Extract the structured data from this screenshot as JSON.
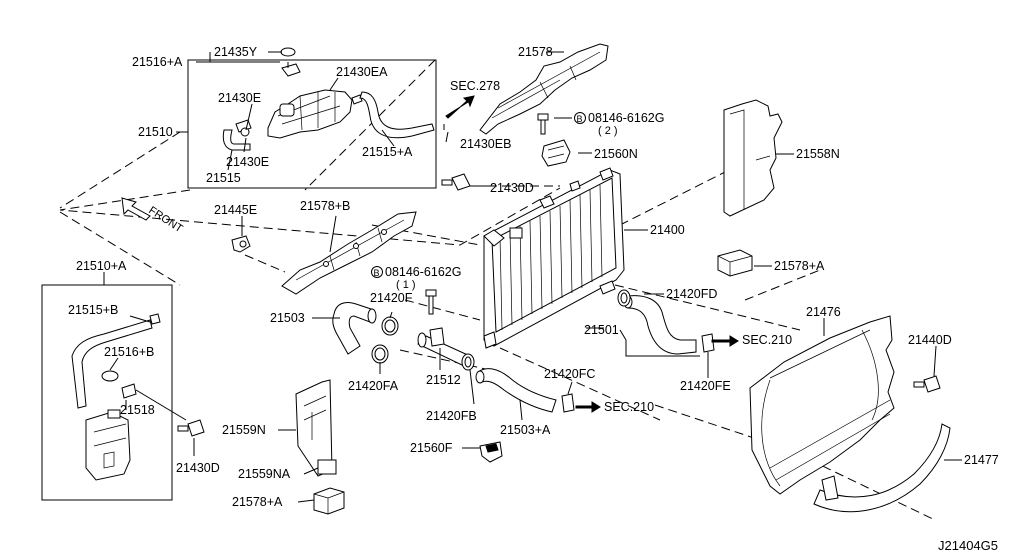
{
  "diagram": {
    "code": "J21404G5",
    "front": "FRONT",
    "sec278": "SEC.278",
    "sec210a": "SEC.210",
    "sec210b": "SEC.210",
    "bolt1a": "08146-6162G",
    "bolt1b": "( 2 )",
    "bolt2a": "08146-6162G",
    "bolt2b": "( 1 )",
    "b_letter": "B",
    "labels": {
      "p21516a": "21516+A",
      "p21435y": "21435Y",
      "p21430ea": "21430EA",
      "p21430e1": "21430E",
      "p21510": "21510",
      "p21430e2": "21430E",
      "p21515": "21515",
      "p21515a": "21515+A",
      "p21430eb": "21430EB",
      "p21578": "21578",
      "p21560n": "21560N",
      "p21430d1": "21430D",
      "p21558n": "21558N",
      "p21445e": "21445E",
      "p21578b": "21578+B",
      "p21400": "21400",
      "p21578a1": "21578+A",
      "p21510a": "21510+A",
      "p21515b": "21515+B",
      "p21516b": "21516+B",
      "p21518": "21518",
      "p21430d2": "21430D",
      "p21420f": "21420F",
      "p21503": "21503",
      "p21420fd": "21420FD",
      "p21501": "21501",
      "p21476": "21476",
      "p21440d": "21440D",
      "p21420fa": "21420FA",
      "p21512": "21512",
      "p21420fc": "21420FC",
      "p21420fe": "21420FE",
      "p21420fb": "21420FB",
      "p21503a": "21503+A",
      "p21559n": "21559N",
      "p21560f": "21560F",
      "p21559na": "21559NA",
      "p21578a2": "21578+A",
      "p21477": "21477"
    }
  }
}
